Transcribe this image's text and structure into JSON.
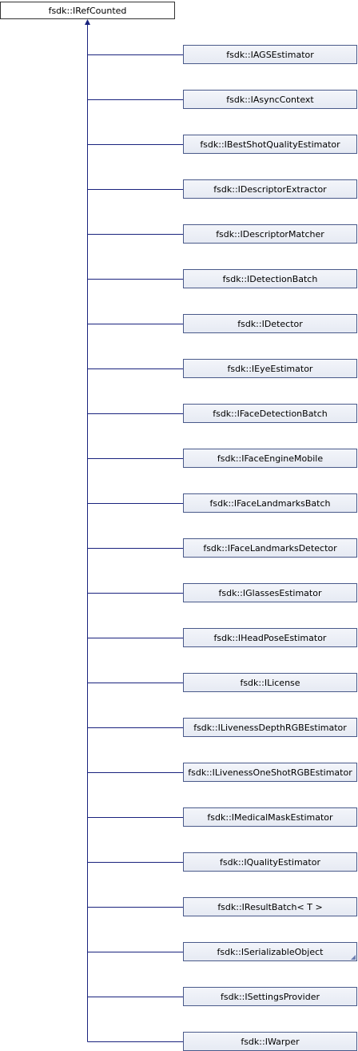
{
  "root": {
    "label": "fsdk::IRefCounted"
  },
  "children": [
    {
      "label": "fsdk::IAGSEstimator"
    },
    {
      "label": "fsdk::IAsyncContext"
    },
    {
      "label": "fsdk::IBestShotQualityEstimator"
    },
    {
      "label": "fsdk::IDescriptorExtractor"
    },
    {
      "label": "fsdk::IDescriptorMatcher"
    },
    {
      "label": "fsdk::IDetectionBatch"
    },
    {
      "label": "fsdk::IDetector"
    },
    {
      "label": "fsdk::IEyeEstimator"
    },
    {
      "label": "fsdk::IFaceDetectionBatch"
    },
    {
      "label": "fsdk::IFaceEngineMobile"
    },
    {
      "label": "fsdk::IFaceLandmarksBatch"
    },
    {
      "label": "fsdk::IFaceLandmarksDetector"
    },
    {
      "label": "fsdk::IGlassesEstimator"
    },
    {
      "label": "fsdk::IHeadPoseEstimator"
    },
    {
      "label": "fsdk::ILicense"
    },
    {
      "label": "fsdk::ILivenessDepthRGBEstimator"
    },
    {
      "label": "fsdk::ILivenessOneShotRGBEstimator"
    },
    {
      "label": "fsdk::IMedicalMaskEstimator"
    },
    {
      "label": "fsdk::IQualityEstimator"
    },
    {
      "label": "fsdk::IResultBatch< T >"
    },
    {
      "label": "fsdk::ISerializableObject",
      "has_more": true
    },
    {
      "label": "fsdk::ISettingsProvider"
    },
    {
      "label": "fsdk::IWarper"
    }
  ],
  "colors": {
    "edge": "#1a237e",
    "node_border": "#4a5a8a",
    "node_fill": "#eef1f8"
  }
}
